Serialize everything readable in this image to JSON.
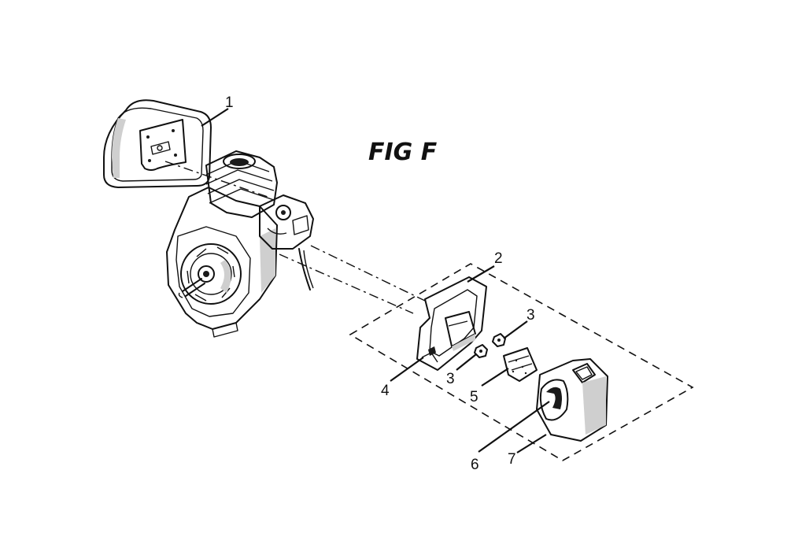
{
  "figure": {
    "title": "FIG F"
  },
  "callouts": {
    "c1": "1",
    "c2": "2",
    "c3a": "3",
    "c3b": "3",
    "c4": "4",
    "c5": "5",
    "c6": "6",
    "c7": "7"
  }
}
